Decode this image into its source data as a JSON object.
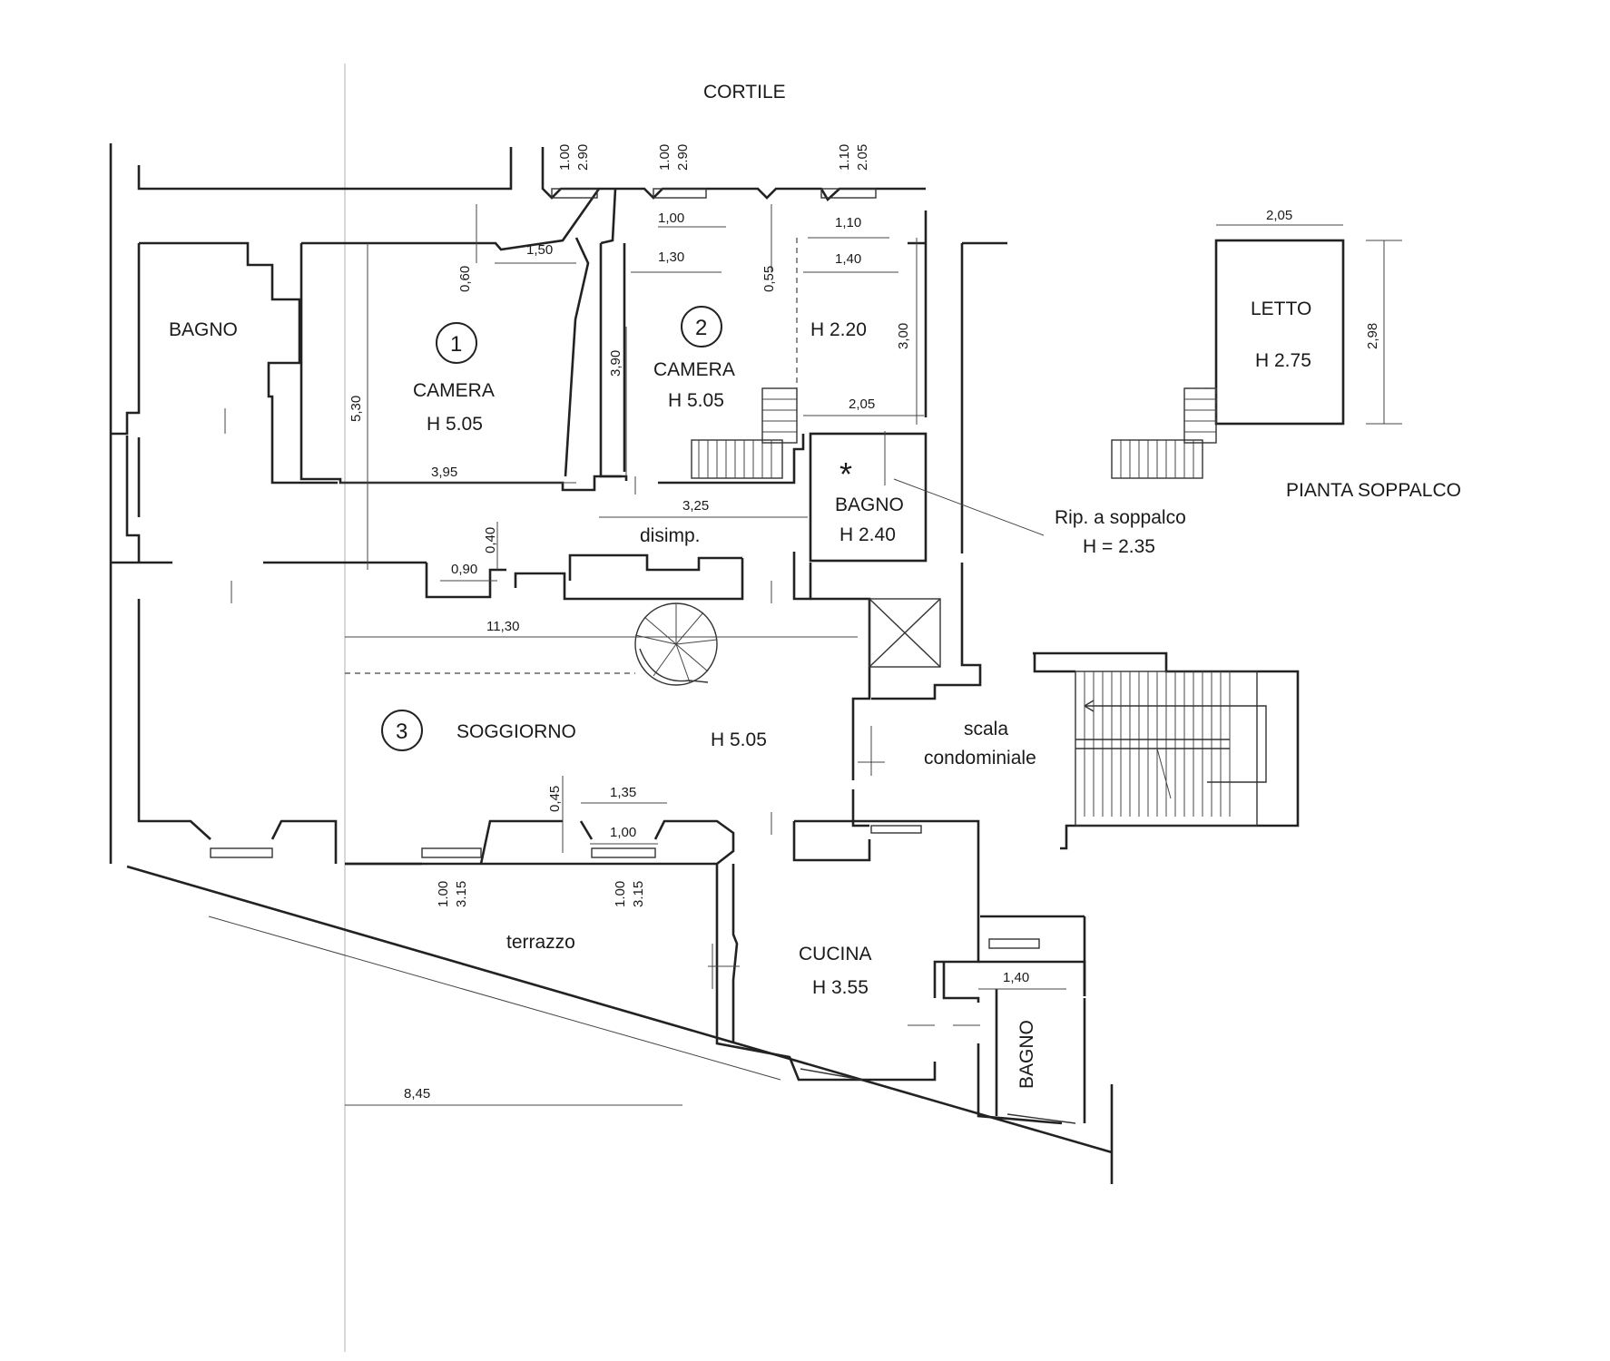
{
  "labels": {
    "cortile": "CORTILE",
    "bagno_left": "BAGNO",
    "camera1_num": "1",
    "camera1_name": "CAMERA",
    "camera1_h": "H 5.05",
    "camera2_num": "2",
    "camera2_name": "CAMERA",
    "camera2_h": "H 5.05",
    "mezz_h": "H 2.20",
    "bagno_mid_mark": "*",
    "bagno_mid_name": "BAGNO",
    "bagno_mid_h": "H 2.40",
    "rip_line1": "Rip. a soppalco",
    "rip_line2": "H = 2.35",
    "disimp": "disimp.",
    "soggiorno_num": "3",
    "soggiorno_name": "SOGGIORNO",
    "soggiorno_h": "H 5.05",
    "scala_line1": "scala",
    "scala_line2": "condominiale",
    "terrazzo": "terrazzo",
    "cucina_name": "CUCINA",
    "cucina_h": "H 3.55",
    "bagno_right": "BAGNO",
    "letto_name": "LETTO",
    "letto_h": "H 2.75",
    "pianta_soppalco": "PIANTA SOPPALCO"
  },
  "dimensions": {
    "win1_w": "1.00",
    "win1_h": "2.90",
    "win2_w": "1.00",
    "win2_h": "2.90",
    "win3_w": "1.10",
    "win3_h": "2.05",
    "d_1_50": "1,50",
    "d_0_60": "0,60",
    "d_1_00_top": "1,00",
    "d_1_30": "1,30",
    "d_0_55": "0,55",
    "d_1_10": "1,10",
    "d_1_40_top": "1,40",
    "d_3_00": "3,00",
    "d_2_05_mezz": "2,05",
    "d_3_90": "3,90",
    "d_5_30": "5,30",
    "d_3_95": "3,95",
    "d_3_25": "3,25",
    "d_0_40": "0,40",
    "d_0_90": "0,90",
    "d_11_30": "11,30",
    "d_0_45": "0,45",
    "d_1_35": "1,35",
    "d_1_00_bot": "1,00",
    "win4_w": "1.00",
    "win4_h": "3.15",
    "win5_w": "1.00",
    "win5_h": "3.15",
    "d_8_45": "8,45",
    "d_1_40_bot": "1,40",
    "d_2_05_soppalco": "2,05",
    "d_2_98": "2,98"
  }
}
